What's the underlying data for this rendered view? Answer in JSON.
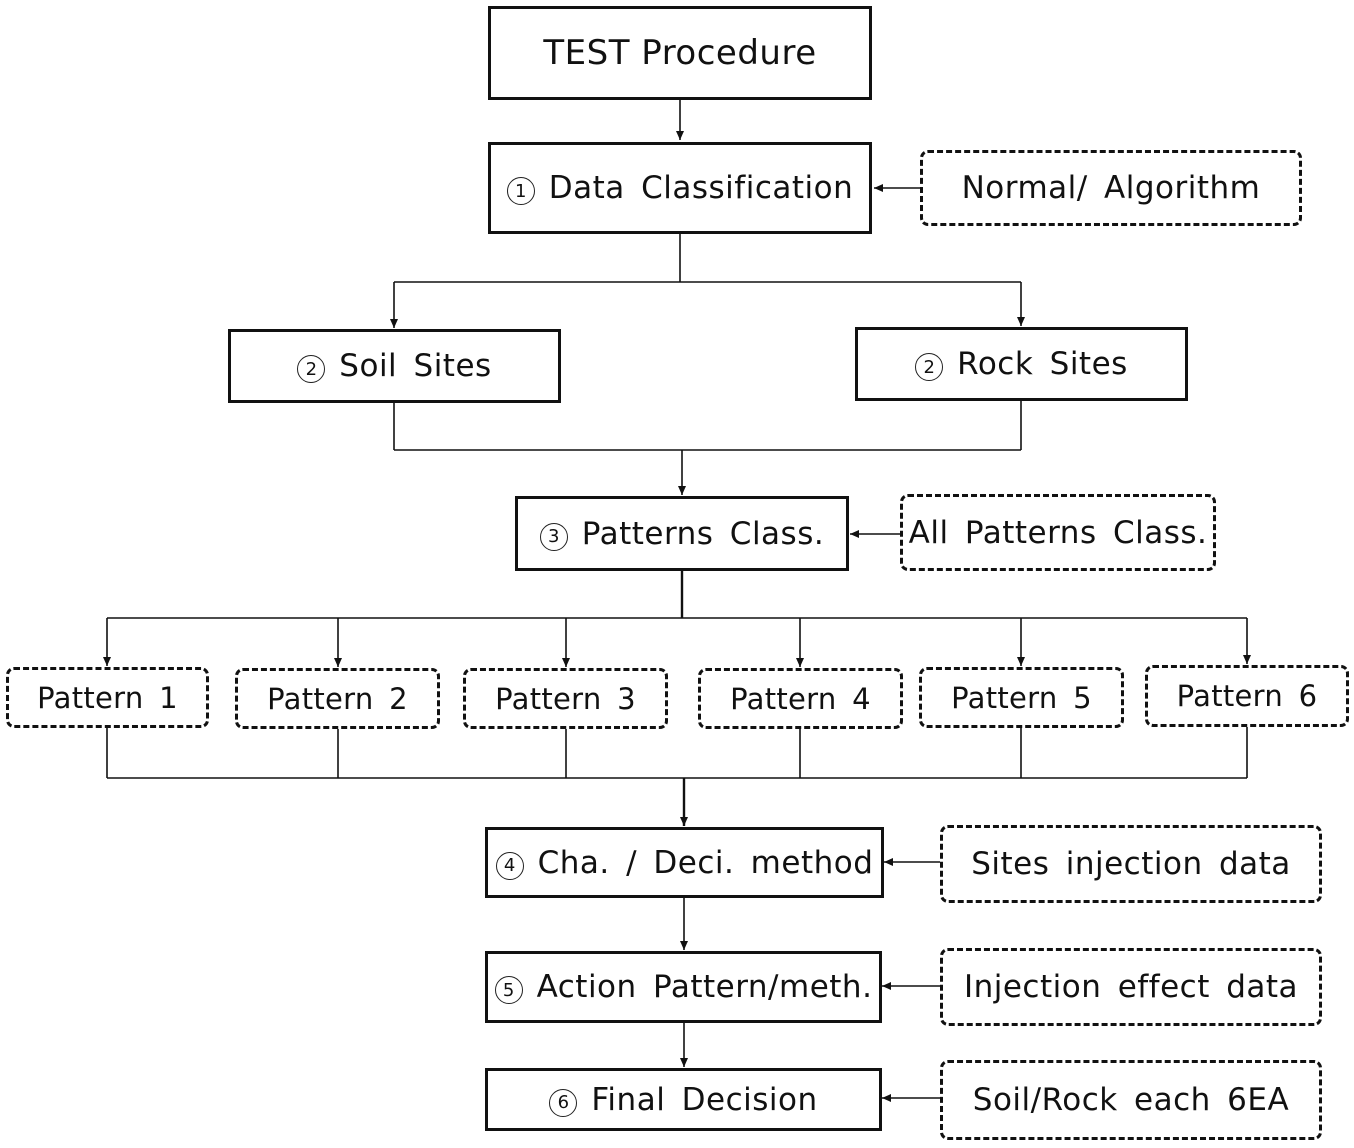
{
  "title": "TEST Procedure",
  "steps": [
    {
      "num": "1",
      "label": "Data Classification"
    },
    {
      "num": "2",
      "label": "Soil Sites"
    },
    {
      "num": "2",
      "label": "Rock Sites"
    },
    {
      "num": "3",
      "label": "Patterns Class."
    },
    {
      "num": "4",
      "label": "Cha. / Deci. method"
    },
    {
      "num": "5",
      "label": "Action Pattern/meth."
    },
    {
      "num": "6",
      "label": "Final Decision"
    }
  ],
  "inputs": [
    "Normal/ Algorithm",
    "All Patterns Class.",
    "Sites injection data",
    "Injection effect data",
    "Soil/Rock each 6EA"
  ],
  "patterns": [
    "Pattern 1",
    "Pattern 2",
    "Pattern 3",
    "Pattern 4",
    "Pattern 5",
    "Pattern 6"
  ]
}
